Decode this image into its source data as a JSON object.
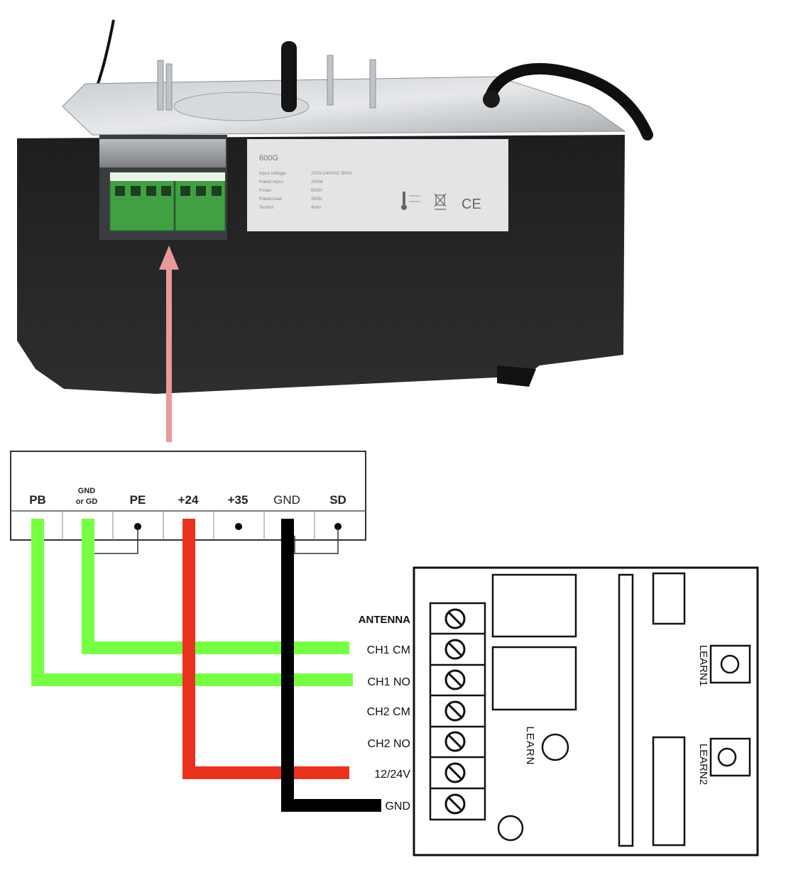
{
  "device": {
    "label_model": "600G",
    "label_specs": [
      {
        "key": "Input voltage:",
        "value": "220V-240VAC 50Hz"
      },
      {
        "key": "Rated input:",
        "value": "200W"
      },
      {
        "key": "Fmax:",
        "value": "600N"
      },
      {
        "key": "Rated load:",
        "value": "360N"
      },
      {
        "key": "Tested:",
        "value": "4min"
      }
    ],
    "ce_mark": "CE"
  },
  "terminal_strip": {
    "terminals": [
      {
        "label": "PB",
        "label_line2": ""
      },
      {
        "label": "GND",
        "label_line2": "or GD"
      },
      {
        "label": "PE",
        "label_line2": ""
      },
      {
        "label": "+24",
        "label_line2": ""
      },
      {
        "label": "+35",
        "label_line2": ""
      },
      {
        "label": "GND",
        "label_line2": ""
      },
      {
        "label": "SD",
        "label_line2": ""
      }
    ]
  },
  "receiver": {
    "terminals": [
      "ANTENNA",
      "CH1 CM",
      "CH1 NO",
      "CH2 CM",
      "CH2 NO",
      "12/24V",
      "GND"
    ],
    "learn_label": "LEARN",
    "learn1_label": "LEARN1",
    "learn2_label": "LEARN2"
  },
  "colors": {
    "wire_green": "#77ff44",
    "wire_red": "#e8321e",
    "wire_black": "#000000",
    "arrow": "#e89a9a",
    "housing": "#2a2a2a",
    "connector": "#3fa142"
  }
}
